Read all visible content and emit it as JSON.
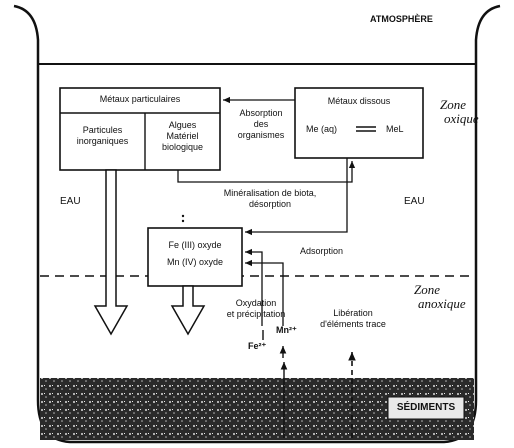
{
  "atmosphere": "ATMOSPHÈRE",
  "water_left": "EAU",
  "water_right": "EAU",
  "zone_oxic": [
    "Zone",
    "oxique"
  ],
  "zone_anoxic": [
    "Zone",
    "anoxique"
  ],
  "particulate_metals": {
    "title": "Métaux particulaires",
    "inorganic": [
      "Particules",
      "inorganiques"
    ],
    "biological": [
      "Algues",
      "Matériel",
      "biologique"
    ]
  },
  "dissolved_metals": {
    "title": "Métaux dissous",
    "equilibrium_left": "Me (aq)",
    "equilibrium_right": "MeL"
  },
  "absorption": [
    "Absorption",
    "des",
    "organismes"
  ],
  "mineralization": [
    "Minéralisation de biota,",
    "désorption"
  ],
  "oxides": [
    "Fe (III) oxyde",
    "Mn (IV) oxyde"
  ],
  "adsorption": "Adsorption",
  "oxidation": [
    "Oxydation",
    "et précipitation"
  ],
  "release": [
    "Libération",
    "d'éléments trace"
  ],
  "fe2": "Fe²⁺",
  "mn2": "Mn²⁺",
  "sediments": "SÉDIMENTS",
  "colors": {
    "ink": "#111111",
    "background": "#ffffff",
    "sediment": "#2a2a2a"
  }
}
